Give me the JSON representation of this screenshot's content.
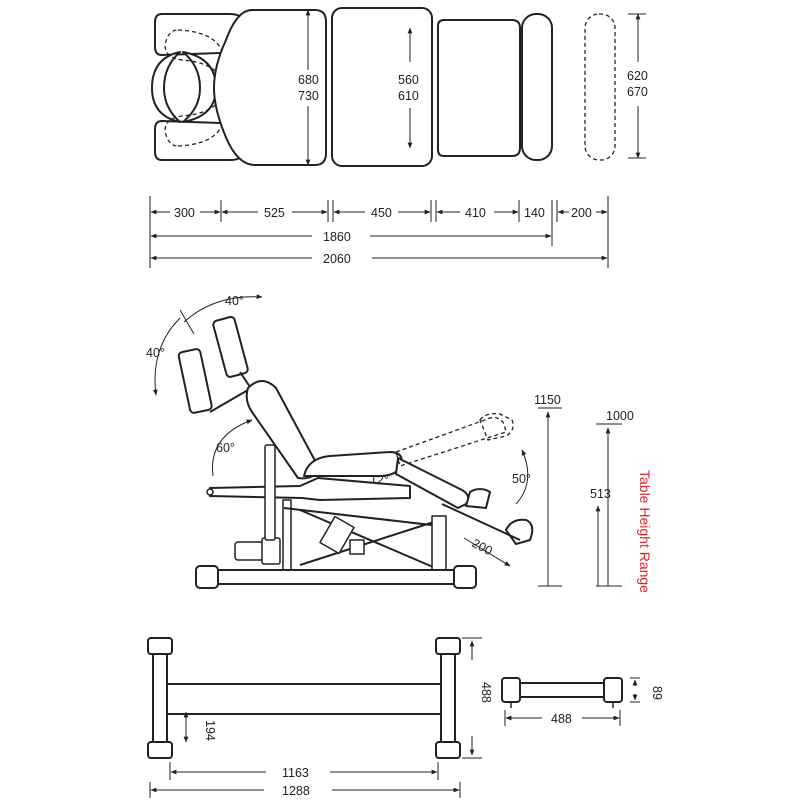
{
  "top_view": {
    "headrest_length": "680",
    "headrest_length_alt": "730",
    "seat_length": "560",
    "seat_length_alt": "610",
    "leg_length": "620",
    "leg_length_alt": "670",
    "seg_300": "300",
    "seg_525": "525",
    "seg_450": "450",
    "seg_410": "410",
    "seg_140": "140",
    "seg_200": "200",
    "total_1": "1860",
    "total_2": "2060"
  },
  "side_view": {
    "angle_head_top": "40°",
    "angle_head_left": "40°",
    "angle_back": "60°",
    "angle_seat": "12°",
    "angle_leg": "50°",
    "leg_extension": "200",
    "height_max": "1150",
    "height_mid": "1000",
    "height_min": "513",
    "height_range_label": "Table Height Range",
    "accent_color": "#d9262b"
  },
  "base_view": {
    "depth": "488",
    "inner_width": "1163",
    "outer_width": "1288",
    "foot_height": "194",
    "end_width": "488",
    "end_height": "89"
  }
}
